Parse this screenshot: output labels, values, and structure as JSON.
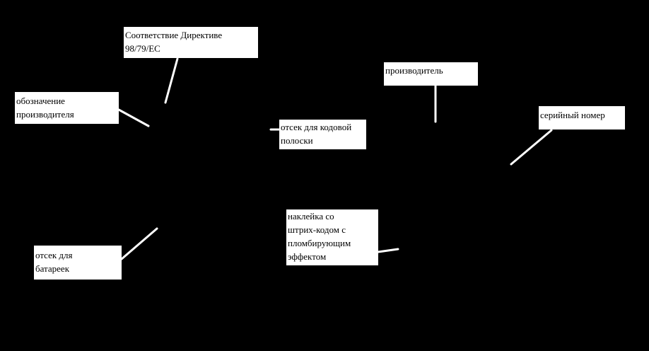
{
  "labels": {
    "directive": [
      "Соответствие Директиве",
      "98/79/EC"
    ],
    "manufacturer_mark": [
      "обозначение",
      "производителя"
    ],
    "barcode_slot": [
      "отсек для кодовой",
      "полоски"
    ],
    "manufacturer": [
      "производитель"
    ],
    "serial_number": [
      "серийный номер"
    ],
    "seal_sticker": [
      "наклейка со",
      "штрих-кодом с",
      "пломбирующим",
      "эффектом"
    ],
    "battery_slot": [
      "отсек для",
      "батареек"
    ]
  },
  "colors": {
    "background": "#000000",
    "label_bg": "#ffffff",
    "line": "#ffffff"
  }
}
